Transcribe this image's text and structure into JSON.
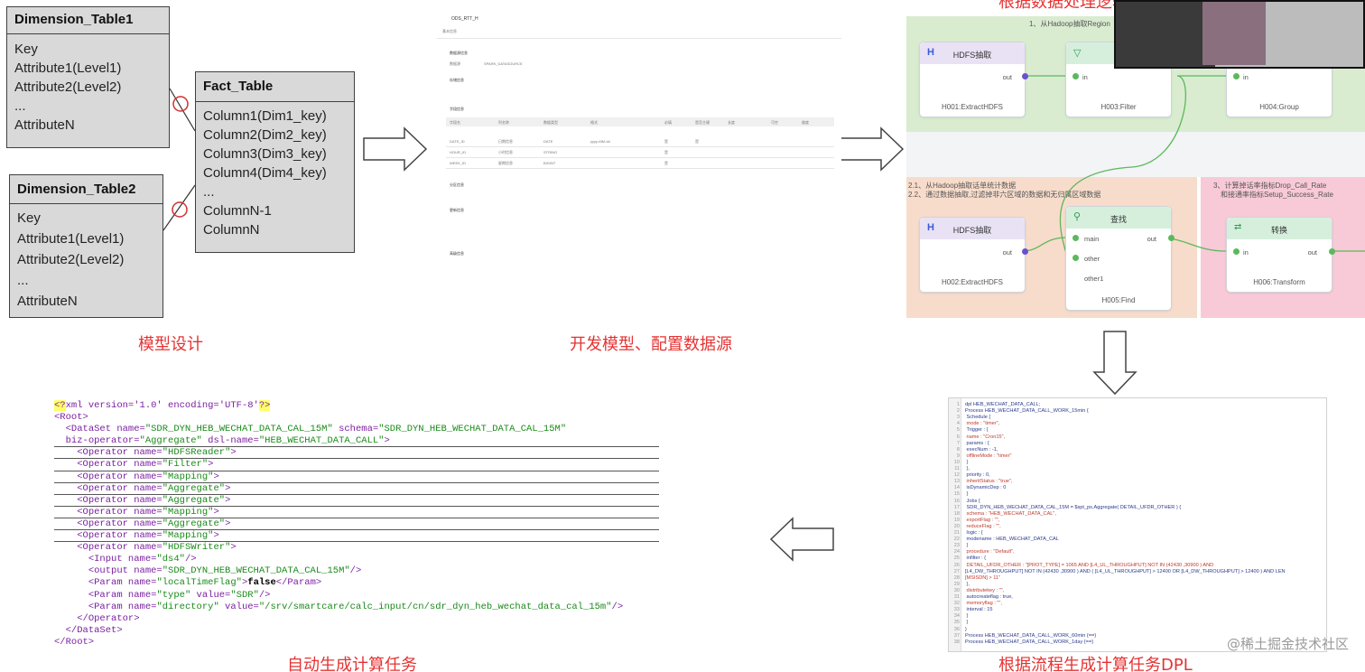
{
  "er": {
    "dim1": {
      "title": "Dimension_Table1",
      "rows": [
        "Key",
        "Attribute1(Level1)",
        "Attribute2(Level2)",
        "...",
        "AttributeN"
      ]
    },
    "fact": {
      "title": "Fact_Table",
      "rows": [
        "Column1(Dim1_key)",
        "Column2(Dim2_key)",
        "Column3(Dim3_key)",
        "Column4(Dim4_key)",
        "...",
        "ColumnN-1",
        "ColumnN"
      ]
    },
    "dim2": {
      "title": "Dimension_Table2",
      "rows": [
        "Key",
        "Attribute1(Level1)",
        "Attribute2(Level2)",
        "...",
        "AttributeN"
      ]
    }
  },
  "captions": {
    "model_design": "模型设计",
    "dev_model": "开发模型、配置数据源",
    "auto_gen": "自动生成计算任务",
    "dpl": "根据流程生成计算任务DPL",
    "top_partial": "根据数据处理逻辑"
  },
  "config": {
    "title": "ODS_RTT_H",
    "tab": "基本信息",
    "section1": "数据源信息",
    "ds_label": "数据源",
    "ds_value": "SPARK_DATASOURCE",
    "section2": "存储信息",
    "section3": "字段信息",
    "columns": [
      "字段名",
      "列名称",
      "数据类型",
      "格式",
      "必填",
      "是否主键",
      "长度",
      "可空",
      "维度"
    ],
    "rows": [
      [
        "DATE_ID",
        "日期信息",
        "DATE",
        "yyyy-MM-dd",
        "是",
        "是"
      ],
      [
        "HOUR_ID",
        "小时信息",
        "STRING",
        "",
        "是",
        ""
      ],
      [
        "WEEK_ID",
        "星期信息",
        "BIGINT",
        "",
        "是",
        ""
      ]
    ],
    "section4": "分区信息",
    "section5": "更新信息",
    "section6": "高级信息"
  },
  "flow": {
    "zone1_label": "1、从Hadoop抽取Region",
    "zone2_label_1": "2.1、从Hadoop抽取话单统计数据",
    "zone2_label_2": "2.2、通过数据抽取,过滤掉非六区域的数据和无归属区域数据",
    "zone3_label_1": "3、计算掉话率指标Drop_Call_Rate",
    "zone3_label_2": "和接通率指标Setup_Success_Rate",
    "nodes": [
      {
        "title": "HDFS抽取",
        "id": "H001:ExtractHDFS",
        "port_out": "out"
      },
      {
        "title": "",
        "id": "H003:Filter",
        "port_in": "in"
      },
      {
        "title": "",
        "id": "H004:Group",
        "port_in": "in"
      },
      {
        "title": "HDFS抽取",
        "id": "H002:ExtractHDFS",
        "port_out": "out"
      },
      {
        "title": "查找",
        "id": "H005:Find",
        "port_main": "main",
        "port_other": "other",
        "port_other1": "other1",
        "port_out": "out"
      },
      {
        "title": "转换",
        "id": "H006:Transform",
        "port_in": "in",
        "port_out": "out"
      }
    ]
  },
  "xml": {
    "decl": "xml version='1.0' encoding='UTF-8'",
    "root_open": "<Root>",
    "dataset_a": "<DataSet name=",
    "dataset_name": "\"SDR_DYN_HEB_WECHAT_DATA_CAL_15M\"",
    "schema_a": " schema=",
    "schema_v": "\"SDR_DYN_HEB_WECHAT_DATA_CAL_15M\"",
    "biz_a": "biz-operator=",
    "biz_v": "\"Aggregate\"",
    "dsl_a": " dsl-name=",
    "dsl_v": "\"HEB_WECHAT_DATA_CALL\"",
    "operators": [
      "HDFSReader",
      "Filter",
      "Mapping",
      "Aggregate",
      "Aggregate",
      "Mapping",
      "Aggregate",
      "Mapping",
      "HDFSWriter"
    ],
    "input_v": "\"ds4\"",
    "output_v": "\"SDR_DYN_HEB_WECHAT_DATA_CAL_15M\"",
    "param1_v": "\"localTimeFlag\"",
    "param1_text": "false",
    "param2_v": "\"type\"",
    "param2_val": "\"SDR\"",
    "param3_v": "\"directory\"",
    "param3_val": "\"/srv/smartcare/calc_input/cn/sdr_dyn_heb_wechat_data_cal_15m\"",
    "op_close": "</Operator>",
    "ds_close": "</DataSet>",
    "root_close": "</Root>"
  },
  "dpl": {
    "lines": [
      "dpl HEB_WECHAT_DATA_CALL;",
      "Process HEB_WECHAT_DATA_CALL_WORK_15min {",
      "  Schedule {",
      "    mode : \"timer\",",
      "    Trigger : {",
      "      name : \"Cron15\",",
      "      params : {",
      "        execNum : -1,",
      "        offlineMode : \"timer\"",
      "      }",
      "    },",
      "    priority : 0,",
      "    inheritStatus : \"true\",",
      "    isDynamicDep : 0",
      "  }",
      "  Jobs {",
      "    SDR_DYN_HEB_WECHAT_DATA_CAL_15M = $spt_ps.Aggregate( DETAIL_UFDR_OTHER ) {",
      "      schema : \"HEB_WECHAT_DATA_CAL\",",
      "      exportFlag : \"\",",
      "      reduceFlag : \"\",",
      "      logic : {",
      "        modename : HEB_WECHAT_DATA_CAL",
      "      }",
      "      procedure : \"Default\",",
      "      infilter : {",
      "        DETAIL_UFDR_OTHER : \"[PROT_TYPE] = 1065 AND [L4_UL_THROUGHPUT] NOT IN (42430 ,30900 ) AND",
      "[L4_DW_THROUGHPUT] NOT IN (42430 ,30900 ) AND ( [L4_UL_THROUGHPUT] > 12400 OR [L4_DW_THROUGHPUT] > 12400 ) AND LEN",
      "[MSISDN] > 11\"",
      "      },",
      "      distributekey : \"\",",
      "      autocreateflag : true,",
      "      memoryflag : \"\",",
      "      interval : 15",
      "    }",
      "  }",
      "}",
      "Process HEB_WECHAT_DATA_CALL_WORK_60min {==}",
      "Process HEB_WECHAT_DATA_CALL_WORK_1day {==}"
    ]
  },
  "watermark": "@稀土掘金技术社区"
}
